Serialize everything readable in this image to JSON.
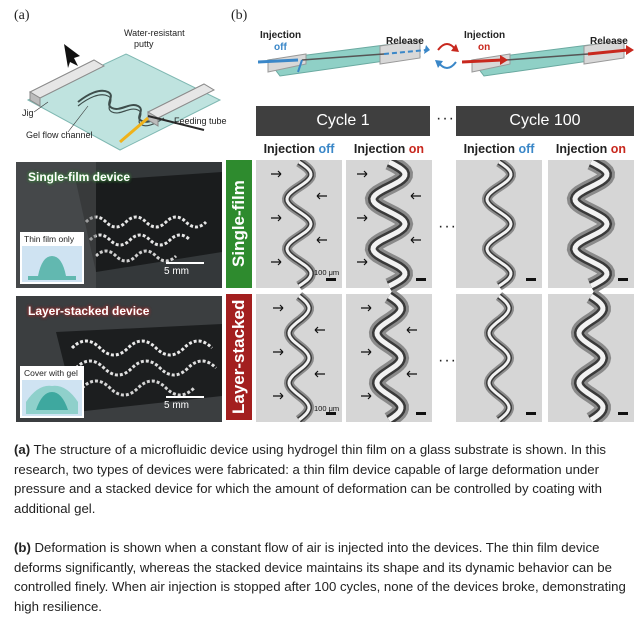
{
  "figure": {
    "panel_a_label": "(a)",
    "panel_b_label": "(b)",
    "panel_a": {
      "labels": {
        "water_resistant": "Water-resistant",
        "putty": "putty",
        "jig": "Jig",
        "gel_flow_channel": "Gel flow channel",
        "feeding_tube": "Feeding tube"
      },
      "single_film": {
        "title": "Single-film device",
        "inset": "Thin film only",
        "scale": "5 mm"
      },
      "layer_stacked": {
        "title": "Layer-stacked device",
        "inset": "Cover with gel",
        "scale": "5 mm"
      }
    },
    "panel_b": {
      "schematic_off": {
        "injection": "Injection",
        "state": "off",
        "release": "Release"
      },
      "schematic_on": {
        "injection": "Injection",
        "state": "on",
        "release": "Release"
      },
      "cycles": [
        "Cycle 1",
        "Cycle 100"
      ],
      "ellipsis": "···",
      "column_headers": [
        {
          "prefix": "Injection",
          "state": "off"
        },
        {
          "prefix": "Injection",
          "state": "on"
        },
        {
          "prefix": "Injection",
          "state": "off"
        },
        {
          "prefix": "Injection",
          "state": "on"
        }
      ],
      "rows": [
        {
          "label": "Single-film",
          "color": "#2e8b2e"
        },
        {
          "label": "Layer-stacked",
          "color": "#a31f1f"
        }
      ],
      "scale_100um": "100 μm"
    },
    "colors": {
      "off": "#3a87c8",
      "on": "#c8281e",
      "cycle_bar": "#3f3f3f"
    }
  },
  "caption": {
    "a_tag": "(a)",
    "a_text": " The structure of a microfluidic device using hydrogel thin film on a glass substrate is shown. In this research, two types of devices were fabricated: a thin film device capable of large deformation under pressure and a stacked device for which the amount of deformation can be controlled by coating with additional gel.",
    "b_tag": "(b)",
    "b_text": " Deformation is shown when a constant flow of air is injected into the devices. The thin film device deforms significantly, whereas the stacked device maintains its shape and its dynamic behavior can be controlled finely. When air injection is stopped after 100 cycles, none of the devices broke, demonstrating high resilience."
  }
}
